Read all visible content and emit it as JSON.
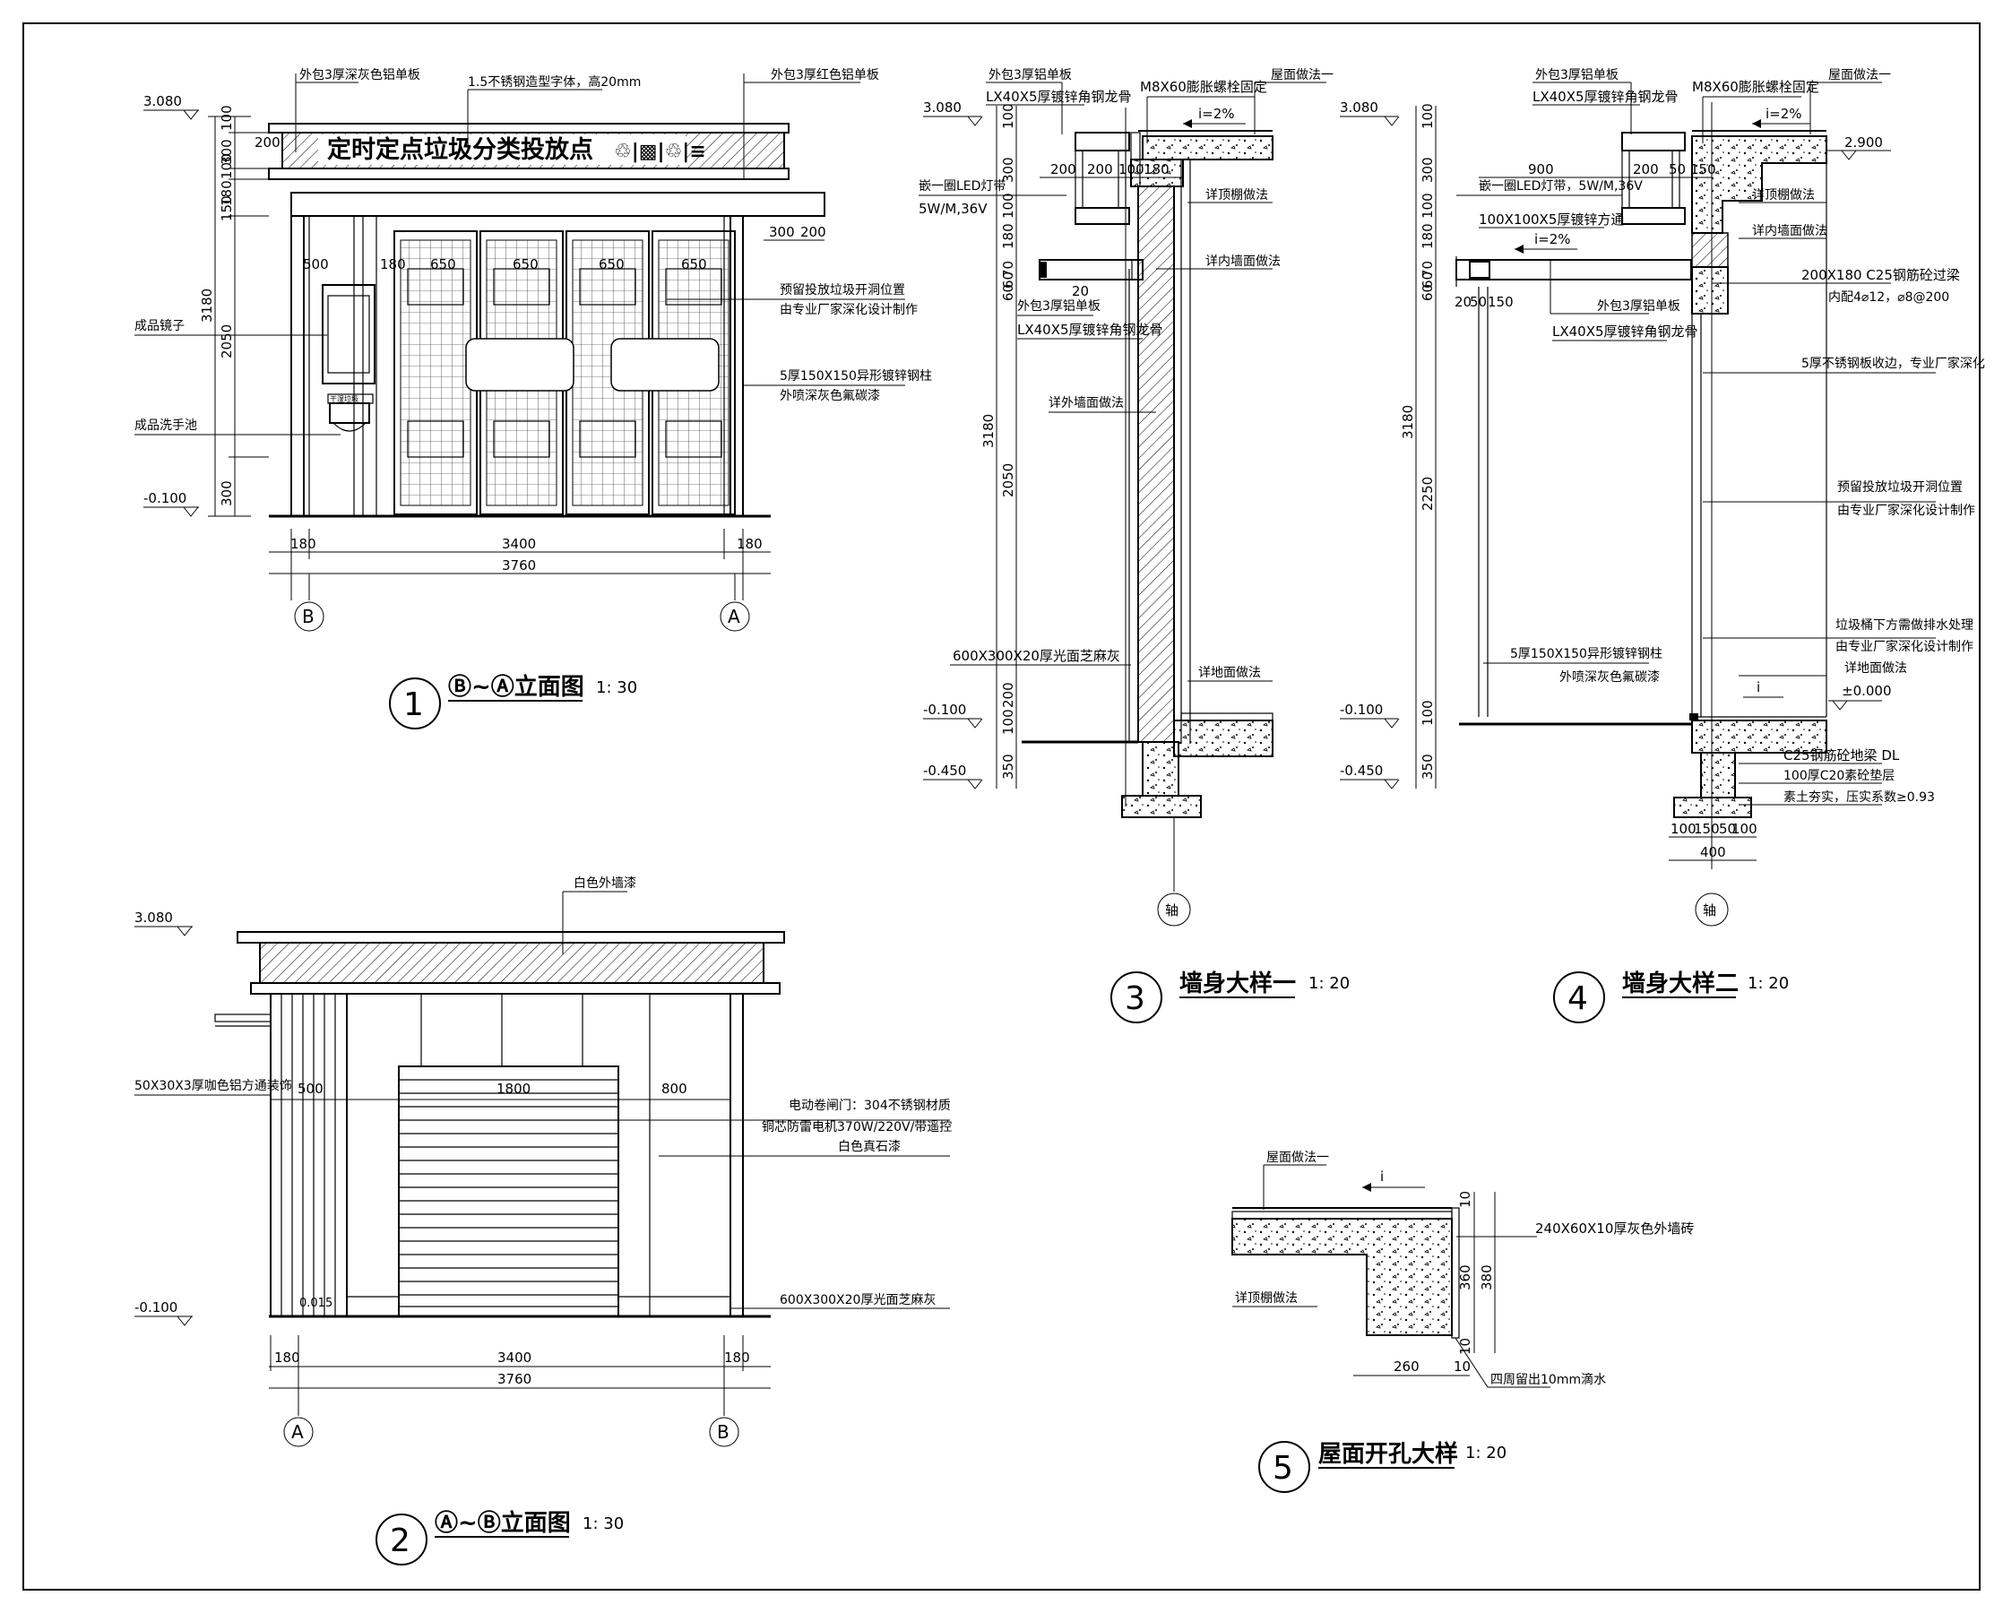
{
  "drawing": {
    "border_color": "#000000",
    "background": "#ffffff"
  },
  "elev1": {
    "title_num": "1",
    "title_text": "Ⓑ~Ⓐ立面图",
    "scale": "1: 30",
    "sign_text": "定时定点垃圾分类投放点",
    "sign_icons": "♲|▩|♲|≡",
    "levels": [
      "3.080",
      "-0.100"
    ],
    "vdims": [
      "100",
      "300",
      "100",
      "180",
      "150",
      "3180",
      "2050",
      "300"
    ],
    "hdims_top": [
      "200",
      "500",
      "180",
      "650",
      "650",
      "650",
      "650",
      "300",
      "200"
    ],
    "hdims_bottom": [
      "180",
      "3400",
      "180",
      "3760"
    ],
    "axes": [
      "B",
      "A"
    ],
    "notes": [
      "外包3厚深灰色铝单板",
      "1.5不锈钢造型字体，高20mm",
      "外包3厚红色铝单板",
      "成品镜子",
      "洗手池",
      "成品洗手池",
      "预留投放垃圾开洞位置",
      "由专业厂家深化设计制作",
      "5厚150X150异形镀锌钢柱",
      "外喷深灰色氟碳漆",
      "干湿垃圾"
    ]
  },
  "elev2": {
    "title_num": "2",
    "title_text": "Ⓐ~Ⓑ立面图",
    "scale": "1: 30",
    "levels": [
      "3.080",
      "-0.100",
      "0.015"
    ],
    "hdims_top": [
      "500",
      "1800",
      "800"
    ],
    "hdims_bottom": [
      "180",
      "3400",
      "180",
      "3760"
    ],
    "axes": [
      "A",
      "B"
    ],
    "notes": [
      "白色外墙漆",
      "50X30X3厚咖色铝方通装饰",
      "电动卷闸门：304不锈钢材质",
      "铜芯防雷电机370W/220V/带遥控",
      "白色真石漆",
      "600X300X20厚光面芝麻灰"
    ]
  },
  "detail3": {
    "title_num": "3",
    "title_text": "墙身大样一",
    "scale": "1: 20",
    "levels": [
      "3.080",
      "-0.100",
      "-0.450"
    ],
    "vdims": [
      "100",
      "300",
      "100",
      "180",
      "70",
      "60",
      "60",
      "3180",
      "2050",
      "200",
      "100",
      "350"
    ],
    "hdims": [
      "200",
      "200",
      "100",
      "180",
      "20"
    ],
    "slope": "i=2%",
    "axis": "轴",
    "notes": [
      "外包3厚铝单板",
      "LX40X5厚镀锌角钢龙骨",
      "M8X60膨胀螺栓固定",
      "屋面做法一",
      "嵌一圈LED灯带",
      "5W/M,36V",
      "详顶棚做法",
      "详内墙面做法",
      "外包3厚铝单板",
      "LX40X5厚镀锌角钢龙骨",
      "详外墙面做法",
      "600X300X20厚光面芝麻灰",
      "详地面做法"
    ]
  },
  "detail4": {
    "title_num": "4",
    "title_text": "墙身大样二",
    "scale": "1: 20",
    "levels": [
      "3.080",
      "2.900",
      "-0.100",
      "-0.450",
      "±0.000"
    ],
    "vdims": [
      "100",
      "300",
      "100",
      "180",
      "70",
      "60",
      "60",
      "3180",
      "2250",
      "100",
      "350"
    ],
    "hdims": [
      "900",
      "200",
      "50",
      "150",
      "100",
      "150",
      "50",
      "100",
      "400"
    ],
    "slope_a": "i=2%",
    "slope_b": "i=2%",
    "slope_c": "i",
    "axis": "轴",
    "notes": [
      "外包3厚铝单板",
      "LX40X5厚镀锌角钢龙骨",
      "M8X60膨胀螺栓固定",
      "屋面做法一",
      "嵌一圈LED灯带，5W/M,36V",
      "100X100X5厚镀锌方通",
      "详顶棚做法",
      "详内墙面做法",
      "200X180 C25钢筋砼过梁",
      "内配4⌀12，⌀8@200",
      "外包3厚铝单板",
      "LX40X5厚镀锌角钢龙骨",
      "5厚不锈钢板收边，专业厂家深化",
      "预留投放垃圾开洞位置",
      "由专业厂家深化设计制作",
      "垃圾桶下方需做排水处理",
      "由专业厂家深化设计制作",
      "5厚150X150异形镀锌钢柱",
      "外喷深灰色氟碳漆",
      "详地面做法",
      "C25钢筋砼地梁 DL",
      "100厚C20素砼垫层",
      "素土夯实，压实系数≥0.93"
    ]
  },
  "detail5": {
    "title_num": "5",
    "title_text": "屋面开孔大样",
    "scale": "1: 20",
    "slope": "i",
    "vdims": [
      "10",
      "360",
      "380",
      "10"
    ],
    "hdims": [
      "260",
      "10"
    ],
    "notes": [
      "屋面做法一",
      "240X60X10厚灰色外墙砖",
      "详顶棚做法",
      "四周留出10mm滴水"
    ]
  }
}
